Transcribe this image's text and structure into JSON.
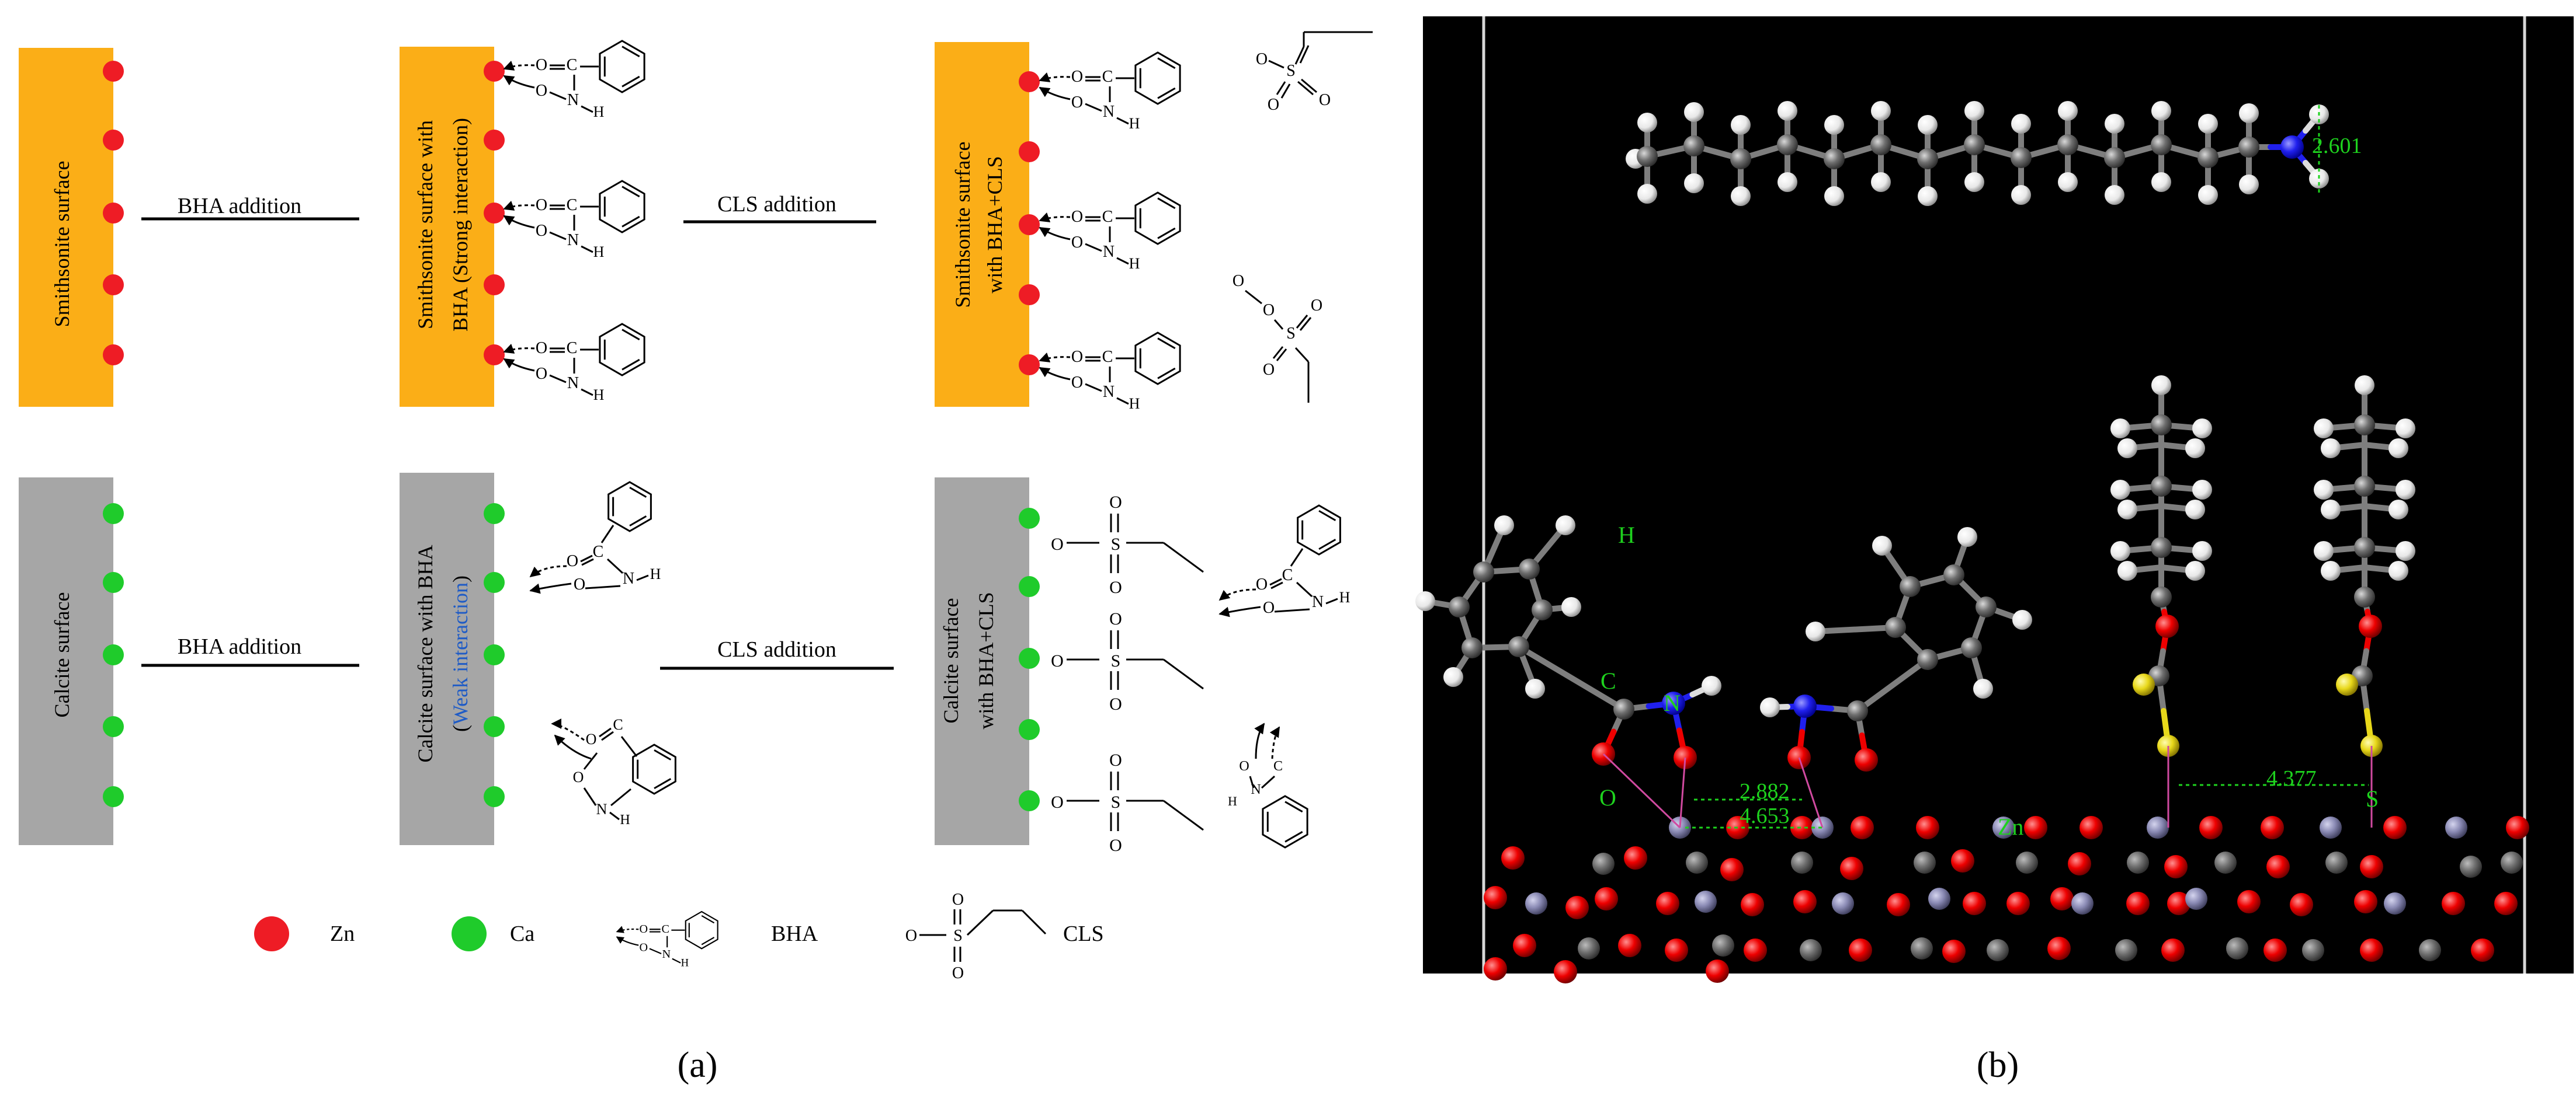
{
  "panel_a": {
    "caption": "(a)",
    "rows": [
      {
        "surface_label": "Smithsonite surface",
        "step1_label": "BHA addition",
        "mid_label_1": "Smithsonite surface with",
        "mid_label_2": "BHA (Strong interaction)",
        "step2_label": "CLS addition",
        "final_label_1": "Smithsonite surface",
        "final_label_2": "with BHA+CLS"
      },
      {
        "surface_label": "Calcite surface",
        "step1_label": "BHA addition",
        "mid_label_1": "Calcite surface with BHA",
        "mid_label_2a": "(",
        "mid_label_2b": "Weak interaction",
        "mid_label_2c": ")",
        "step2_label": "CLS addition",
        "final_label_1": "Calcite surface",
        "final_label_2": "with BHA+CLS"
      }
    ],
    "atoms": {
      "o": "O",
      "c": "C",
      "n": "N",
      "h": "H",
      "s": "S"
    },
    "legend": {
      "zn": "Zn",
      "ca": "Ca",
      "bha": "BHA",
      "cls": "CLS"
    },
    "colors": {
      "smithsonite": "#fbae17",
      "calcite": "#a6a6a6",
      "zn_site": "#ee1c25",
      "ca_site": "#1fcb2b",
      "weak_text": "#1e5bc6"
    }
  },
  "panel_b": {
    "caption": "(b)",
    "atom_labels": {
      "h": "H",
      "c": "C",
      "n": "N",
      "o": "O",
      "zn": "Zn",
      "s": "S"
    },
    "distances": {
      "d1": "2.601",
      "d2": "2.882",
      "d3": "4.653",
      "d4": "4.377"
    },
    "colors": {
      "background": "#000000",
      "carbon": "#6e6e6e",
      "hydrogen": "#f4f4f4",
      "nitrogen": "#2020ee",
      "oxygen": "#ee0000",
      "sulfur": "#e8d81a",
      "zinc": "#8a8ab4",
      "label": "#1ed21e"
    }
  }
}
